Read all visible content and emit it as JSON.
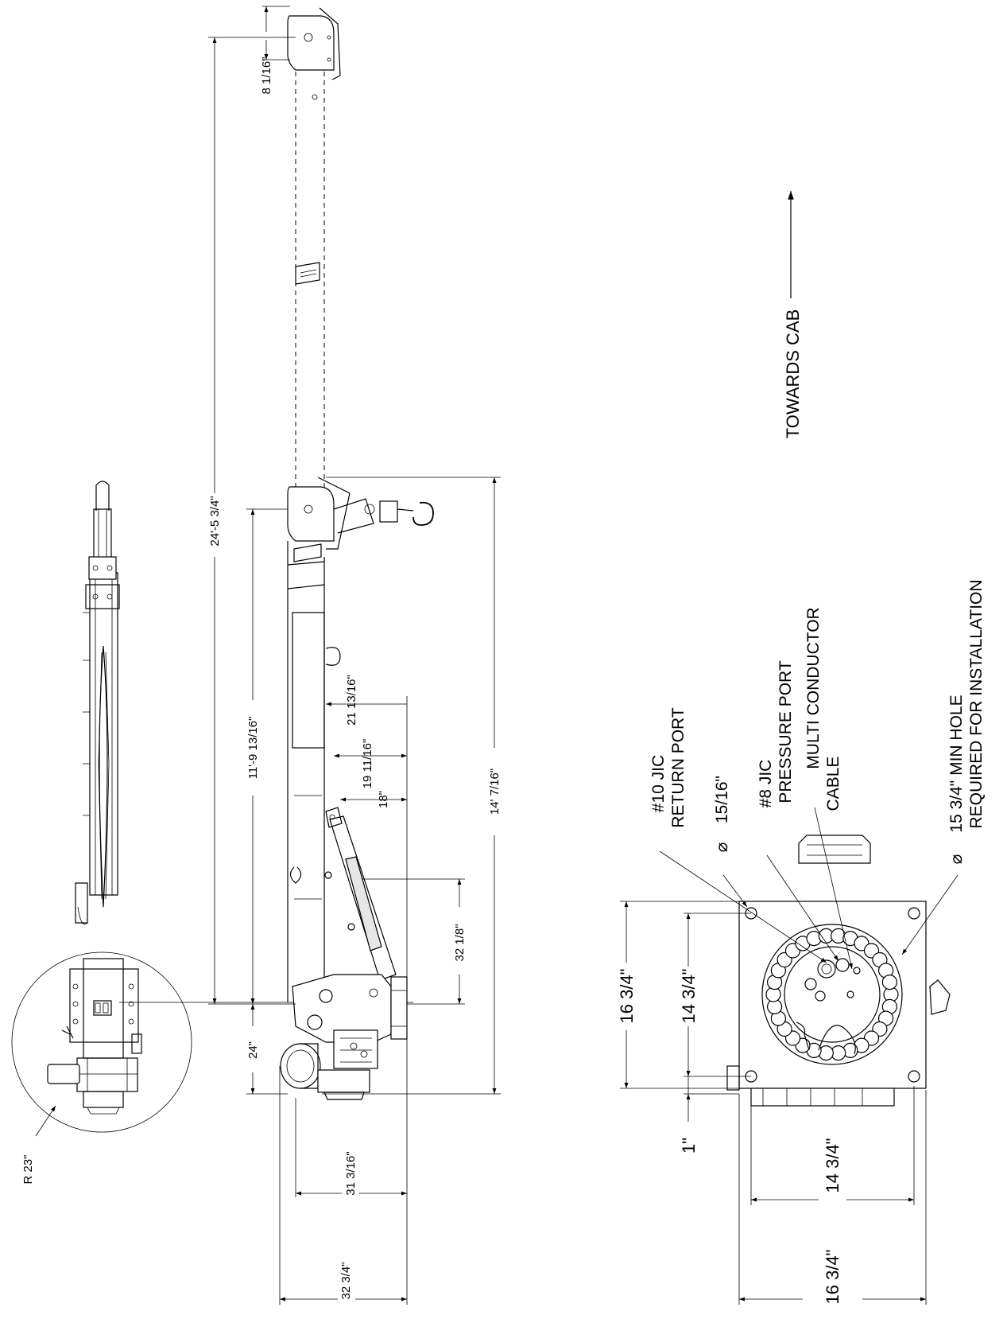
{
  "dimensions": {
    "boom_head_height": "8 1/16\"",
    "overall_boom_length": "24'-5 3/4\"",
    "retracted_height": "11'-9 13/16\"",
    "mast_offset_1": "21 13/16\"",
    "mast_offset_2": "19 11/16\"",
    "mast_offset_3": "18\"",
    "overall_height": "14' 7/16\"",
    "cylinder_height": "32 1/8\"",
    "base_height": "24\"",
    "base_width_inner": "31 3/16\"",
    "base_width_outer": "32 3/4\"",
    "swing_radius": "R 23\"",
    "plate_height_outer": "16 3/4\"",
    "plate_height_inner": "14 3/4\"",
    "plate_offset": "1\"",
    "plate_width_inner": "14 3/4\"",
    "plate_width_outer": "16 3/4\""
  },
  "labels": {
    "towards_cab": "TOWARDS CAB",
    "return_port_line1": "#10  JIC",
    "return_port_line2": "RETURN PORT",
    "bolt_hole_dia": "15/16\"",
    "pressure_port_line1": "#8 JIC",
    "pressure_port_line2": "PRESSURE PORT",
    "cable_line1": "MULTI CONDUCTOR",
    "cable_line2": "CABLE",
    "hole_line1": "15 3/4\" MIN HOLE",
    "hole_line2": "REQUIRED FOR INSTALLATION",
    "diameter_symbol": "⌀"
  }
}
